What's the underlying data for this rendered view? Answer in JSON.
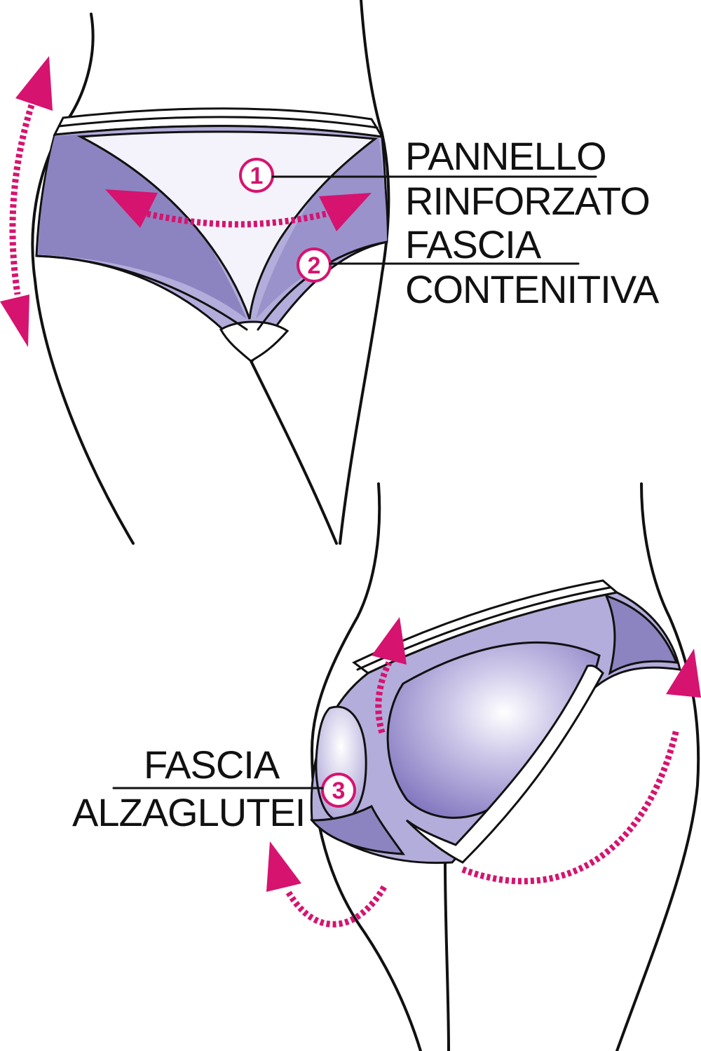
{
  "colors": {
    "accent": "#d6136f",
    "panel_dark": "#8c84c0",
    "panel_light": "#b3addb",
    "glute_core": "#7f72bd",
    "outline": "#111111",
    "background": "#ffffff"
  },
  "front": {
    "label_1_top": "PANNELLO",
    "label_1_bottom": "RINFORZATO",
    "label_2_top": "FASCIA",
    "label_2_bottom": "CONTENITIVA",
    "badge_1": "1",
    "badge_2": "2"
  },
  "back": {
    "label_3_top": "FASCIA",
    "label_3_bottom": "ALZAGLUTEI",
    "badge_3": "3"
  }
}
